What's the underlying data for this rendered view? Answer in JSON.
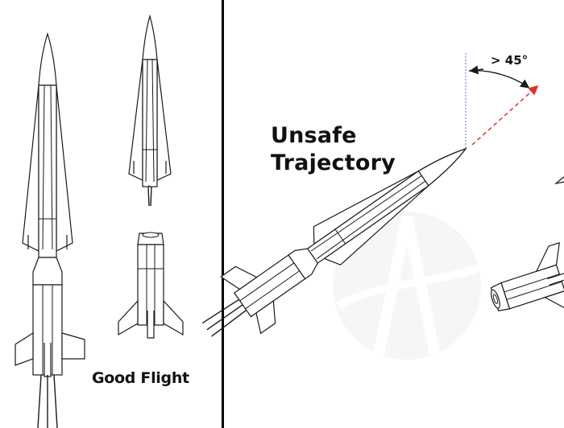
{
  "left_panel": {
    "caption": "Good Flight"
  },
  "right_panel": {
    "title_line1": "Unsafe",
    "title_line2": "Trajectory",
    "angle_label": "> 45°"
  },
  "colors": {
    "line": "#1a1a1a",
    "divider": "#000000",
    "vertical_reference": "#7a7fe0",
    "trajectory_arrow": "#e0301e",
    "watermark": "#ececec"
  }
}
